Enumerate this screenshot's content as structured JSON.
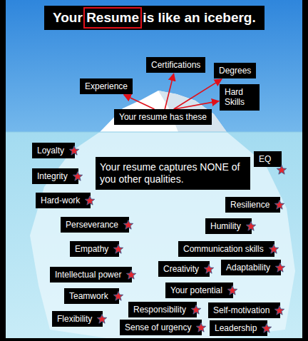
{
  "diagram": {
    "title": "Your Resume is like an iceberg.",
    "nodes": [
      {
        "text": [
          "Certifications"
        ]
      },
      {
        "text": [
          "Degrees"
        ]
      },
      {
        "text": [
          "Experience"
        ]
      },
      {
        "text": [
          "Hard Skills"
        ]
      },
      {
        "text": [
          "Your resume has these"
        ]
      },
      {
        "text": [
          "Loyalty"
        ]
      },
      {
        "text": [
          "EQ"
        ]
      },
      {
        "text": [
          "Your resume captures NONE of you other qualities."
        ]
      },
      {
        "text": [
          "Integrity"
        ]
      },
      {
        "text": [
          "Resilience"
        ]
      },
      {
        "text": [
          "Hard-work"
        ]
      },
      {
        "text": [
          "Humility"
        ]
      },
      {
        "text": [
          "Perseverance"
        ]
      },
      {
        "text": [
          "Communication skills"
        ]
      },
      {
        "text": [
          "Empathy"
        ]
      },
      {
        "text": [
          "Creativity"
        ]
      },
      {
        "text": [
          "Adaptability"
        ]
      },
      {
        "text": [
          "Intellectual power"
        ]
      },
      {
        "text": [
          "Your potential"
        ]
      },
      {
        "text": [
          "Teamwork"
        ]
      },
      {
        "text": [
          "Responsibility"
        ]
      },
      {
        "text": [
          "Self-motivation"
        ]
      },
      {
        "text": [
          "Flexibility"
        ]
      },
      {
        "text": [
          "Sense of urgency"
        ]
      },
      {
        "text": [
          "Leadership"
        ]
      }
    ],
    "edges": [
      {
        "from": 4,
        "to": 2,
        "arrow": "to"
      },
      {
        "from": 4,
        "to": 0,
        "arrow": "to"
      },
      {
        "from": 4,
        "to": 1,
        "arrow": "to"
      },
      {
        "from": 4,
        "to": 3,
        "arrow": "to"
      }
    ]
  }
}
